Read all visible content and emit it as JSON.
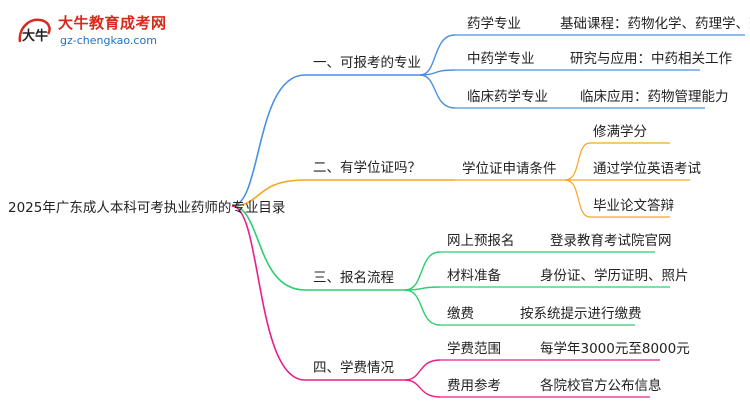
{
  "brand": {
    "name": "大牛教育成考网",
    "url": "gz-chengkao.com",
    "mark": "大牛"
  },
  "diagram": {
    "root": "2025年广东成人本科可考执业药师的专业目录",
    "branches": [
      {
        "id": "b1",
        "label": "一、可报考的专业",
        "color": "#4a90e2",
        "children": [
          {
            "id": "b1c1",
            "label": "药学专业",
            "detail": "基础课程：药物化学、药理学、药剂学"
          },
          {
            "id": "b1c2",
            "label": "中药学专业",
            "detail": "研究与应用：中药相关工作"
          },
          {
            "id": "b1c3",
            "label": "临床药学专业",
            "detail": "临床应用：药物管理能力"
          }
        ]
      },
      {
        "id": "b2",
        "label": "二、有学位证吗？",
        "color": "#f5a623",
        "children": [
          {
            "id": "b2c1",
            "label": "学位证申请条件",
            "items": [
              "修满学分",
              "通过学位英语考试",
              "毕业论文答辩"
            ]
          }
        ]
      },
      {
        "id": "b3",
        "label": "三、报名流程",
        "color": "#2ecc71",
        "children": [
          {
            "id": "b3c1",
            "label": "网上预报名",
            "detail": "登录教育考试院官网"
          },
          {
            "id": "b3c2",
            "label": "材料准备",
            "detail": "身份证、学历证明、照片"
          },
          {
            "id": "b3c3",
            "label": "缴费",
            "detail": "按系统提示进行缴费"
          }
        ]
      },
      {
        "id": "b4",
        "label": "四、学费情况",
        "color": "#e91e8c",
        "children": [
          {
            "id": "b4c1",
            "label": "学费范围",
            "detail": "每学年3000元至8000元"
          },
          {
            "id": "b4c2",
            "label": "费用参考",
            "detail": "各院校官方公布信息"
          }
        ]
      }
    ]
  }
}
